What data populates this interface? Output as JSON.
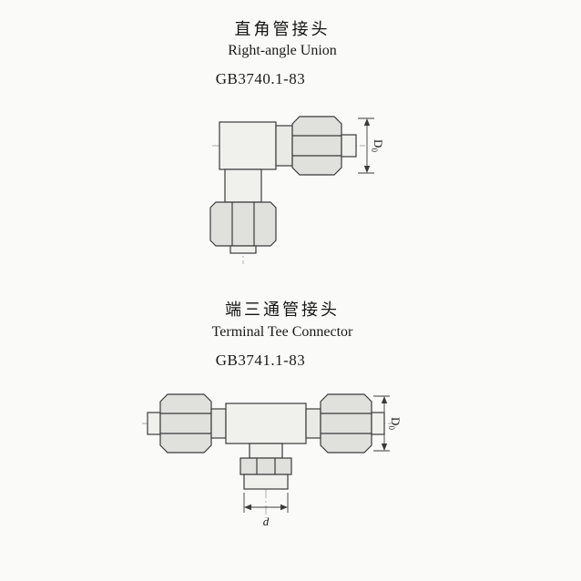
{
  "page": {
    "background": "#fafaf8",
    "line_color": "#3b3b3b"
  },
  "sections": [
    {
      "title_zh": "直角管接头",
      "title_en": "Right-angle Union",
      "standard": "GB3740.1-83",
      "dims": {
        "D0": {
          "base": "D",
          "sub": "0"
        }
      }
    },
    {
      "title_zh": "端三通管接头",
      "title_en": "Terminal Tee Connector",
      "standard": "GB3741.1-83",
      "dims": {
        "D0": {
          "base": "D",
          "sub": "0"
        },
        "d": "d"
      }
    }
  ]
}
